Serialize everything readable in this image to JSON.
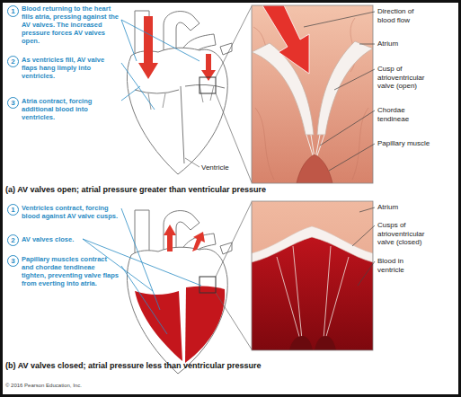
{
  "diagram": {
    "labels": [
      "1",
      "Blood returning to the heart fills atria, pressing against the AV valves. The increased pressure forces AV valves open.",
      "2",
      "As ventricles fill, AV valve flaps hang limply into ventricles.",
      "3",
      "Atria contract, forcing additional blood into ventricles.",
      "Ventricle",
      "Direction of blood flow",
      "Atrium",
      "Cusp of atrioventricular valve (open)",
      "Chordae tendineae",
      "Papillary muscle",
      "(a) AV valves open; atrial pressure greater than ventricular pressure",
      "1",
      "Ventricles contract, forcing blood against AV valve cusps.",
      "2",
      "AV valves close.",
      "3",
      "Papillary muscles contract and chordae tendineae tighten, preventing valve flaps from everting into atria.",
      "Atrium",
      "Cusps of atrioventricular valve (closed)",
      "Blood in ventricle",
      "(b) AV valves closed; atrial pressure less than ventricular pressure",
      "© 2016 Pearson Education, Inc."
    ]
  }
}
